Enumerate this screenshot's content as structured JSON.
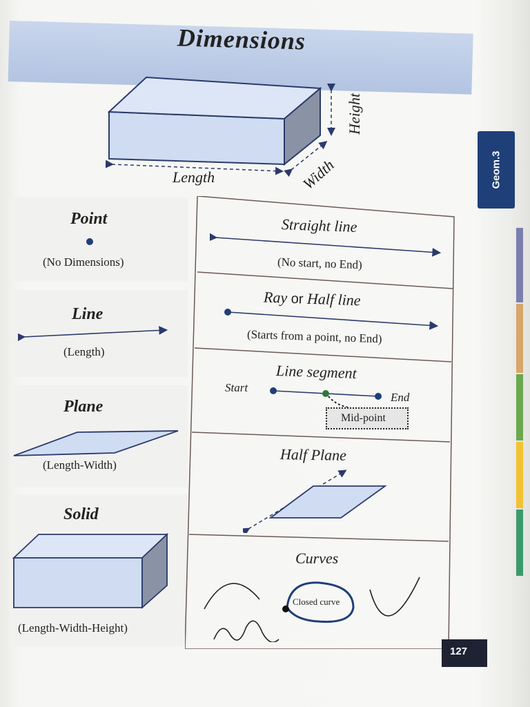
{
  "header": {
    "title": "Dimensions"
  },
  "top_solid": {
    "length": "Length",
    "width": "Width",
    "height": "Height"
  },
  "left": {
    "point": {
      "title": "Point",
      "caption": "(No Dimensions)"
    },
    "line": {
      "title": "Line",
      "caption": "(Length)"
    },
    "plane": {
      "title": "Plane",
      "caption": "(Length-Width)"
    },
    "solid": {
      "title": "Solid",
      "caption": "(Length-Width-Height)"
    }
  },
  "right": {
    "straight": {
      "title": "Straight line",
      "caption": "(No start, no End)"
    },
    "ray": {
      "title_a": "Ray",
      "title_b": "or",
      "title_c": "Half line",
      "caption": "(Starts from a point, no End)"
    },
    "segment": {
      "title": "Line segment",
      "start": "Start",
      "end": "End",
      "mid": "Mid-point"
    },
    "half_plane": {
      "title": "Half Plane"
    },
    "curves": {
      "title": "Curves",
      "closed": "Closed curve"
    }
  },
  "side_tab": {
    "label": "Geom.3"
  },
  "page_number": {
    "value": "127"
  },
  "colors": {
    "banner": "#c0cfe8",
    "shape_fill": "#cfdcf2",
    "navy": "#1f3f78",
    "ink": "#2b3a6b"
  }
}
